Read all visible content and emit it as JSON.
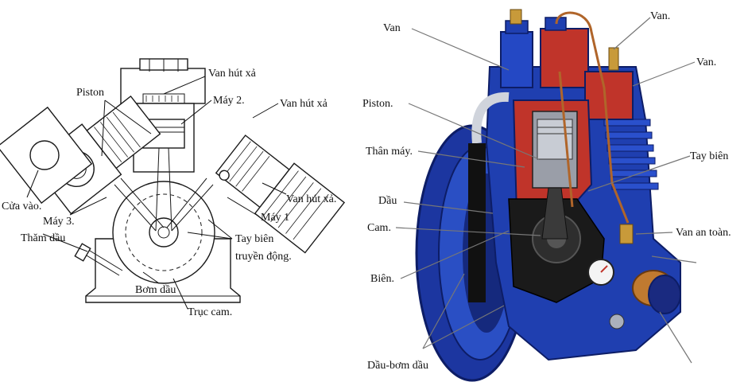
{
  "left_diagram": {
    "labels": {
      "van_hut_xa_top": "Van hút xả",
      "may_2": "Máy 2.",
      "piston": "Piston",
      "van_hut_xa_right": "Van hút xả",
      "van_hut_xa_bottom": "Van hút xả.",
      "cua_vao": "Cửa vào.",
      "may_3": "Máy 3.",
      "tham_dau": "Thăm dầu",
      "may_1": "Máy 1",
      "tay_bien_line1": "Tay biên",
      "tay_bien_line2": "truyền động.",
      "bom_dau": "Bơm dầu",
      "truc_cam": "Trục cam."
    }
  },
  "right_diagram": {
    "colors": {
      "body_blue": "#1f3fb0",
      "cutaway_red": "#c0342a",
      "dark": "#1a1a1a",
      "brass": "#c89a3a"
    },
    "labels": {
      "van_left": "Van",
      "van_top_right": "Van.",
      "van_right": "Van.",
      "piston": "Piston.",
      "than_may": "Thân máy.",
      "tay_bien": "Tay biên",
      "dau": "Dầu",
      "cam": "Cam.",
      "van_an_toan": "Van an toàn.",
      "bien": "Biên.",
      "dau_bom_dau": "Dầu-bơm dầu"
    }
  }
}
